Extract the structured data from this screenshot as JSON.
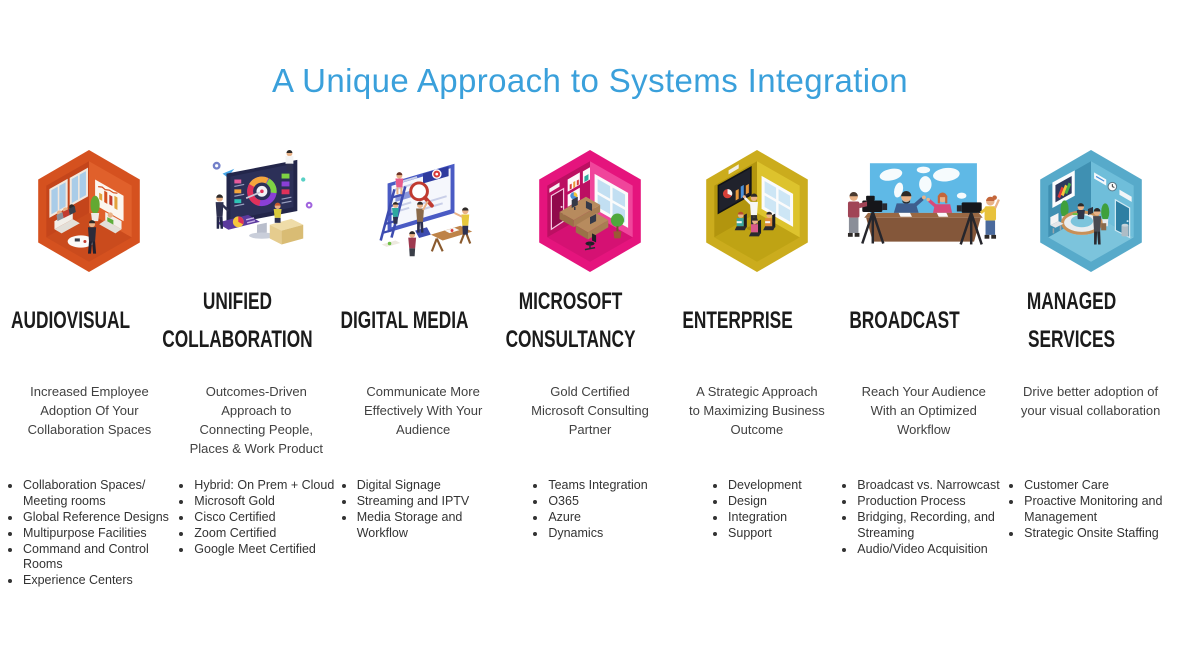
{
  "title": {
    "text": "A Unique Approach to Systems Integration"
  },
  "theme": {
    "title_color": "#3AA0DB",
    "heading_color": "#1B1B1B",
    "body_text_color": "#414141",
    "background": "#FFFFFF",
    "icon_accent_colors": {
      "audiovisual": "#D5511F",
      "microsoft_consultancy": "#E5147D",
      "enterprise": "#CBAC1D",
      "managed_services": "#57AACA",
      "broadcast_backdrop": "#5FB9E6"
    }
  },
  "columns": [
    {
      "id": "audiovisual",
      "icon": "audiovisual-meeting-room-icon",
      "heading": "AUDIOVISUAL",
      "subtitle": "Increased Employee\nAdoption Of Your\nCollaboration Spaces",
      "bullets": [
        "Collaboration Spaces/ Meeting rooms",
        "Global Reference Designs",
        "Multipurpose Facilities",
        "Command and Control Rooms",
        "Experience Centers"
      ]
    },
    {
      "id": "unified-collaboration",
      "icon": "unified-collaboration-dashboard-icon",
      "heading": "UNIFIED\nCOLLABORATION",
      "subtitle": "Outcomes-Driven\nApproach to\nConnecting People,\nPlaces & Work Product",
      "bullets": [
        "Hybrid: On Prem + Cloud",
        "Microsoft Gold",
        "Cisco Certified",
        "Zoom Certified",
        "Google Meet Certified"
      ]
    },
    {
      "id": "digital-media",
      "icon": "digital-media-screen-icon",
      "heading": "DIGITAL MEDIA",
      "subtitle": "Communicate More\nEffectively With Your\nAudience",
      "bullets": [
        "Digital Signage",
        "Streaming and IPTV",
        "Media Storage and Workflow"
      ]
    },
    {
      "id": "microsoft-consultancy",
      "icon": "microsoft-consultancy-office-icon",
      "heading": "MICROSOFT\nCONSULTANCY",
      "subtitle": "Gold Certified\nMicrosoft Consulting\nPartner",
      "bullets": [
        "Teams Integration",
        "O365",
        "Azure",
        "Dynamics"
      ]
    },
    {
      "id": "enterprise",
      "icon": "enterprise-meeting-room-icon",
      "heading": "ENTERPRISE",
      "subtitle": "A Strategic Approach\nto Maximizing Business\nOutcome",
      "bullets": [
        "Development",
        "Design",
        "Integration",
        "Support"
      ]
    },
    {
      "id": "broadcast",
      "icon": "broadcast-studio-icon",
      "heading": "BROADCAST",
      "subtitle": "Reach Your Audience\nWith an Optimized\nWorkflow",
      "bullets": [
        "Broadcast vs. Narrowcast",
        "Production Process",
        "Bridging, Recording, and Streaming",
        "Audio/Video Acquisition"
      ]
    },
    {
      "id": "managed-services",
      "icon": "managed-services-reception-icon",
      "heading": "MANAGED\nSERVICES",
      "subtitle": "Drive better adoption of\nyour visual collaboration",
      "bullets": [
        "Customer Care",
        "Proactive Monitoring and Management",
        "Strategic Onsite Staffing"
      ]
    }
  ]
}
